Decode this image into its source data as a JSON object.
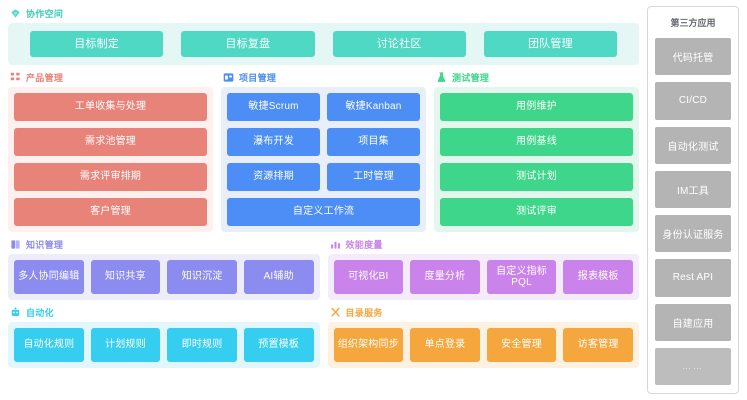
{
  "collaboration": {
    "title": "协作空间",
    "icon": "diamond-icon",
    "color": "#4fd8c4",
    "items": [
      "目标制定",
      "目标复盘",
      "讨论社区",
      "团队管理"
    ]
  },
  "product": {
    "title": "产品管理",
    "icon": "grid-dots-icon",
    "color": "#e8837a",
    "items": [
      "工单收集与处理",
      "需求池管理",
      "需求评审排期",
      "客户管理"
    ]
  },
  "project": {
    "title": "项目管理",
    "icon": "board-icon",
    "color": "#4c8df6",
    "items": [
      "敏捷Scrum",
      "敏捷Kanban",
      "瀑布开发",
      "项目集",
      "资源排期",
      "工时管理"
    ],
    "wide_item": "自定义工作流"
  },
  "test": {
    "title": "测试管理",
    "icon": "flask-icon",
    "color": "#3ed68a",
    "items": [
      "用例维护",
      "用例基线",
      "测试计划",
      "测试评审"
    ]
  },
  "knowledge": {
    "title": "知识管理",
    "icon": "book-icon",
    "color": "#8b8bf0",
    "items": [
      "多人协同编辑",
      "知识共享",
      "知识沉淀",
      "AI辅助"
    ]
  },
  "metrics": {
    "title": "效能度量",
    "icon": "bar-chart-icon",
    "color": "#cb83ec",
    "items": [
      "可视化BI",
      "度量分析",
      "自定义指标PQL",
      "报表模板"
    ]
  },
  "automation": {
    "title": "自动化",
    "icon": "robot-icon",
    "color": "#35cdf0",
    "items": [
      "自动化规则",
      "计划规则",
      "即时规则",
      "预置模板"
    ]
  },
  "directory": {
    "title": "目录服务",
    "icon": "scissors-icon",
    "color": "#f5a63c",
    "items": [
      "组织架构同步",
      "单点登录",
      "安全管理",
      "访客管理"
    ]
  },
  "sidebar": {
    "title": "第三方应用",
    "color": "#b4b4b4",
    "items": [
      "代码托管",
      "CI/CD",
      "自动化测试",
      "IM工具",
      "身份认证服务",
      "Rest API",
      "自建应用",
      "……"
    ]
  }
}
